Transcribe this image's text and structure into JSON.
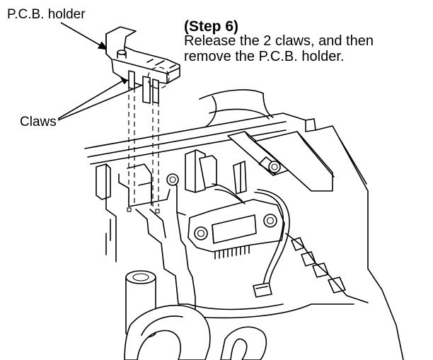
{
  "labels": {
    "pcb_holder": "P.C.B. holder",
    "claws": "Claws"
  },
  "step": {
    "title": "(Step 6)",
    "line1": "Release the 2 claws, and then",
    "line2": "remove the P.C.B. holder."
  },
  "colors": {
    "ink": "#000000",
    "paper": "#ffffff"
  }
}
